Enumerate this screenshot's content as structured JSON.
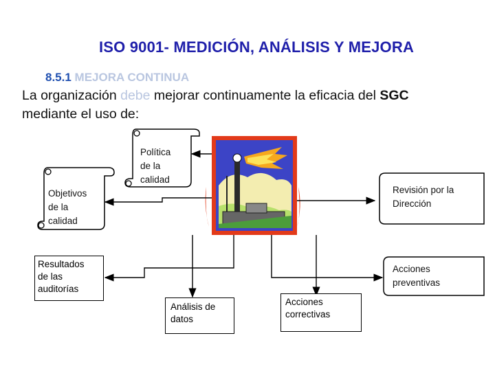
{
  "title": "ISO 9001- MEDICIÓN, ANÁLISIS Y MEJORA",
  "subtitle": {
    "number": "8.5.1",
    "text_a": "MEJORA ",
    "text_b": "CONTINUA"
  },
  "intro": {
    "part1": "La organización ",
    "dim_word": "debe",
    "part2": " mejorar continuamente la eficacia del ",
    "bold": "SGC",
    "line2": "mediante el uso de:"
  },
  "nodes": {
    "politica": "Política\nde la\ncalidad",
    "objetivos": "Objetivos\nde la\n calidad",
    "revision": "Revisión por la\nDirección",
    "resultados": "Resultados\nde las\nauditorías",
    "acciones_preventivas": "Acciones\npreventivas",
    "analisis": " Análisis de\ndatos",
    "acciones_correctivas": "Acciones\ncorrectivas"
  },
  "colors": {
    "title": "#1f1faa",
    "subtitle": "#1f4fb0",
    "faded": "#b9c6e0",
    "frame": "#e23a1a",
    "sky": "#3c44c6"
  },
  "icons": {
    "center_image": "factory-flame-clipart"
  }
}
